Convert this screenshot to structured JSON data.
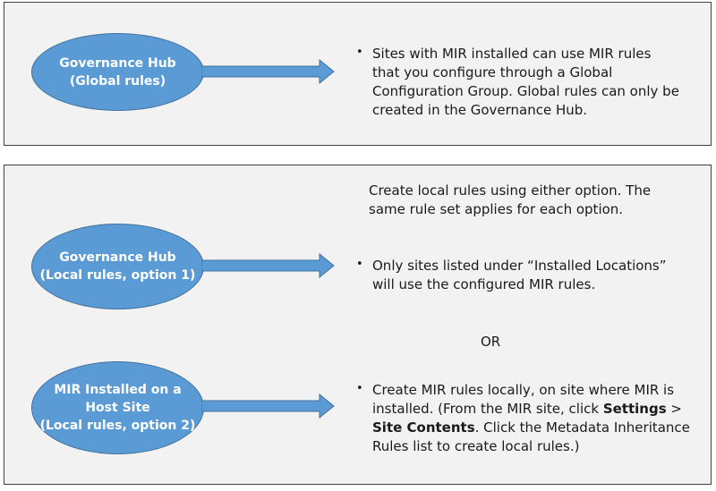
{
  "top": {
    "ellipse": {
      "line1": "Governance Hub",
      "line2": "(Global rules)"
    },
    "bullet": "•",
    "text": "Sites with MIR installed can use MIR rules that you configure through a Global Configuration Group. Global rules can only be created in the Governance Hub."
  },
  "bottom": {
    "intro": "Create local rules using either option. The same rule set applies for each option.",
    "option1": {
      "ellipse": {
        "line1": "Governance Hub",
        "line2": "(Local rules, option 1)"
      },
      "bullet": "•",
      "text": "Only sites listed under “Installed Locations” will use the configured MIR rules."
    },
    "or": "OR",
    "option2": {
      "ellipse": {
        "line1": "MIR Installed on a",
        "line2": "Host Site",
        "line3": "(Local rules, option 2)"
      },
      "bullet": "•",
      "text_a": "Create MIR rules locally, on site where MIR is installed. (From the MIR site, click ",
      "text_settings": "Settings",
      "text_b": " > ",
      "text_site_contents": "Site Contents",
      "text_c": ". Click the Metadata Inheritance Rules list to create local rules.)"
    }
  },
  "colors": {
    "ellipse_fill": "#5b9bd5",
    "ellipse_border": "#41719c",
    "arrow": "#5b9bd5",
    "panel": "#f2f2f2"
  }
}
